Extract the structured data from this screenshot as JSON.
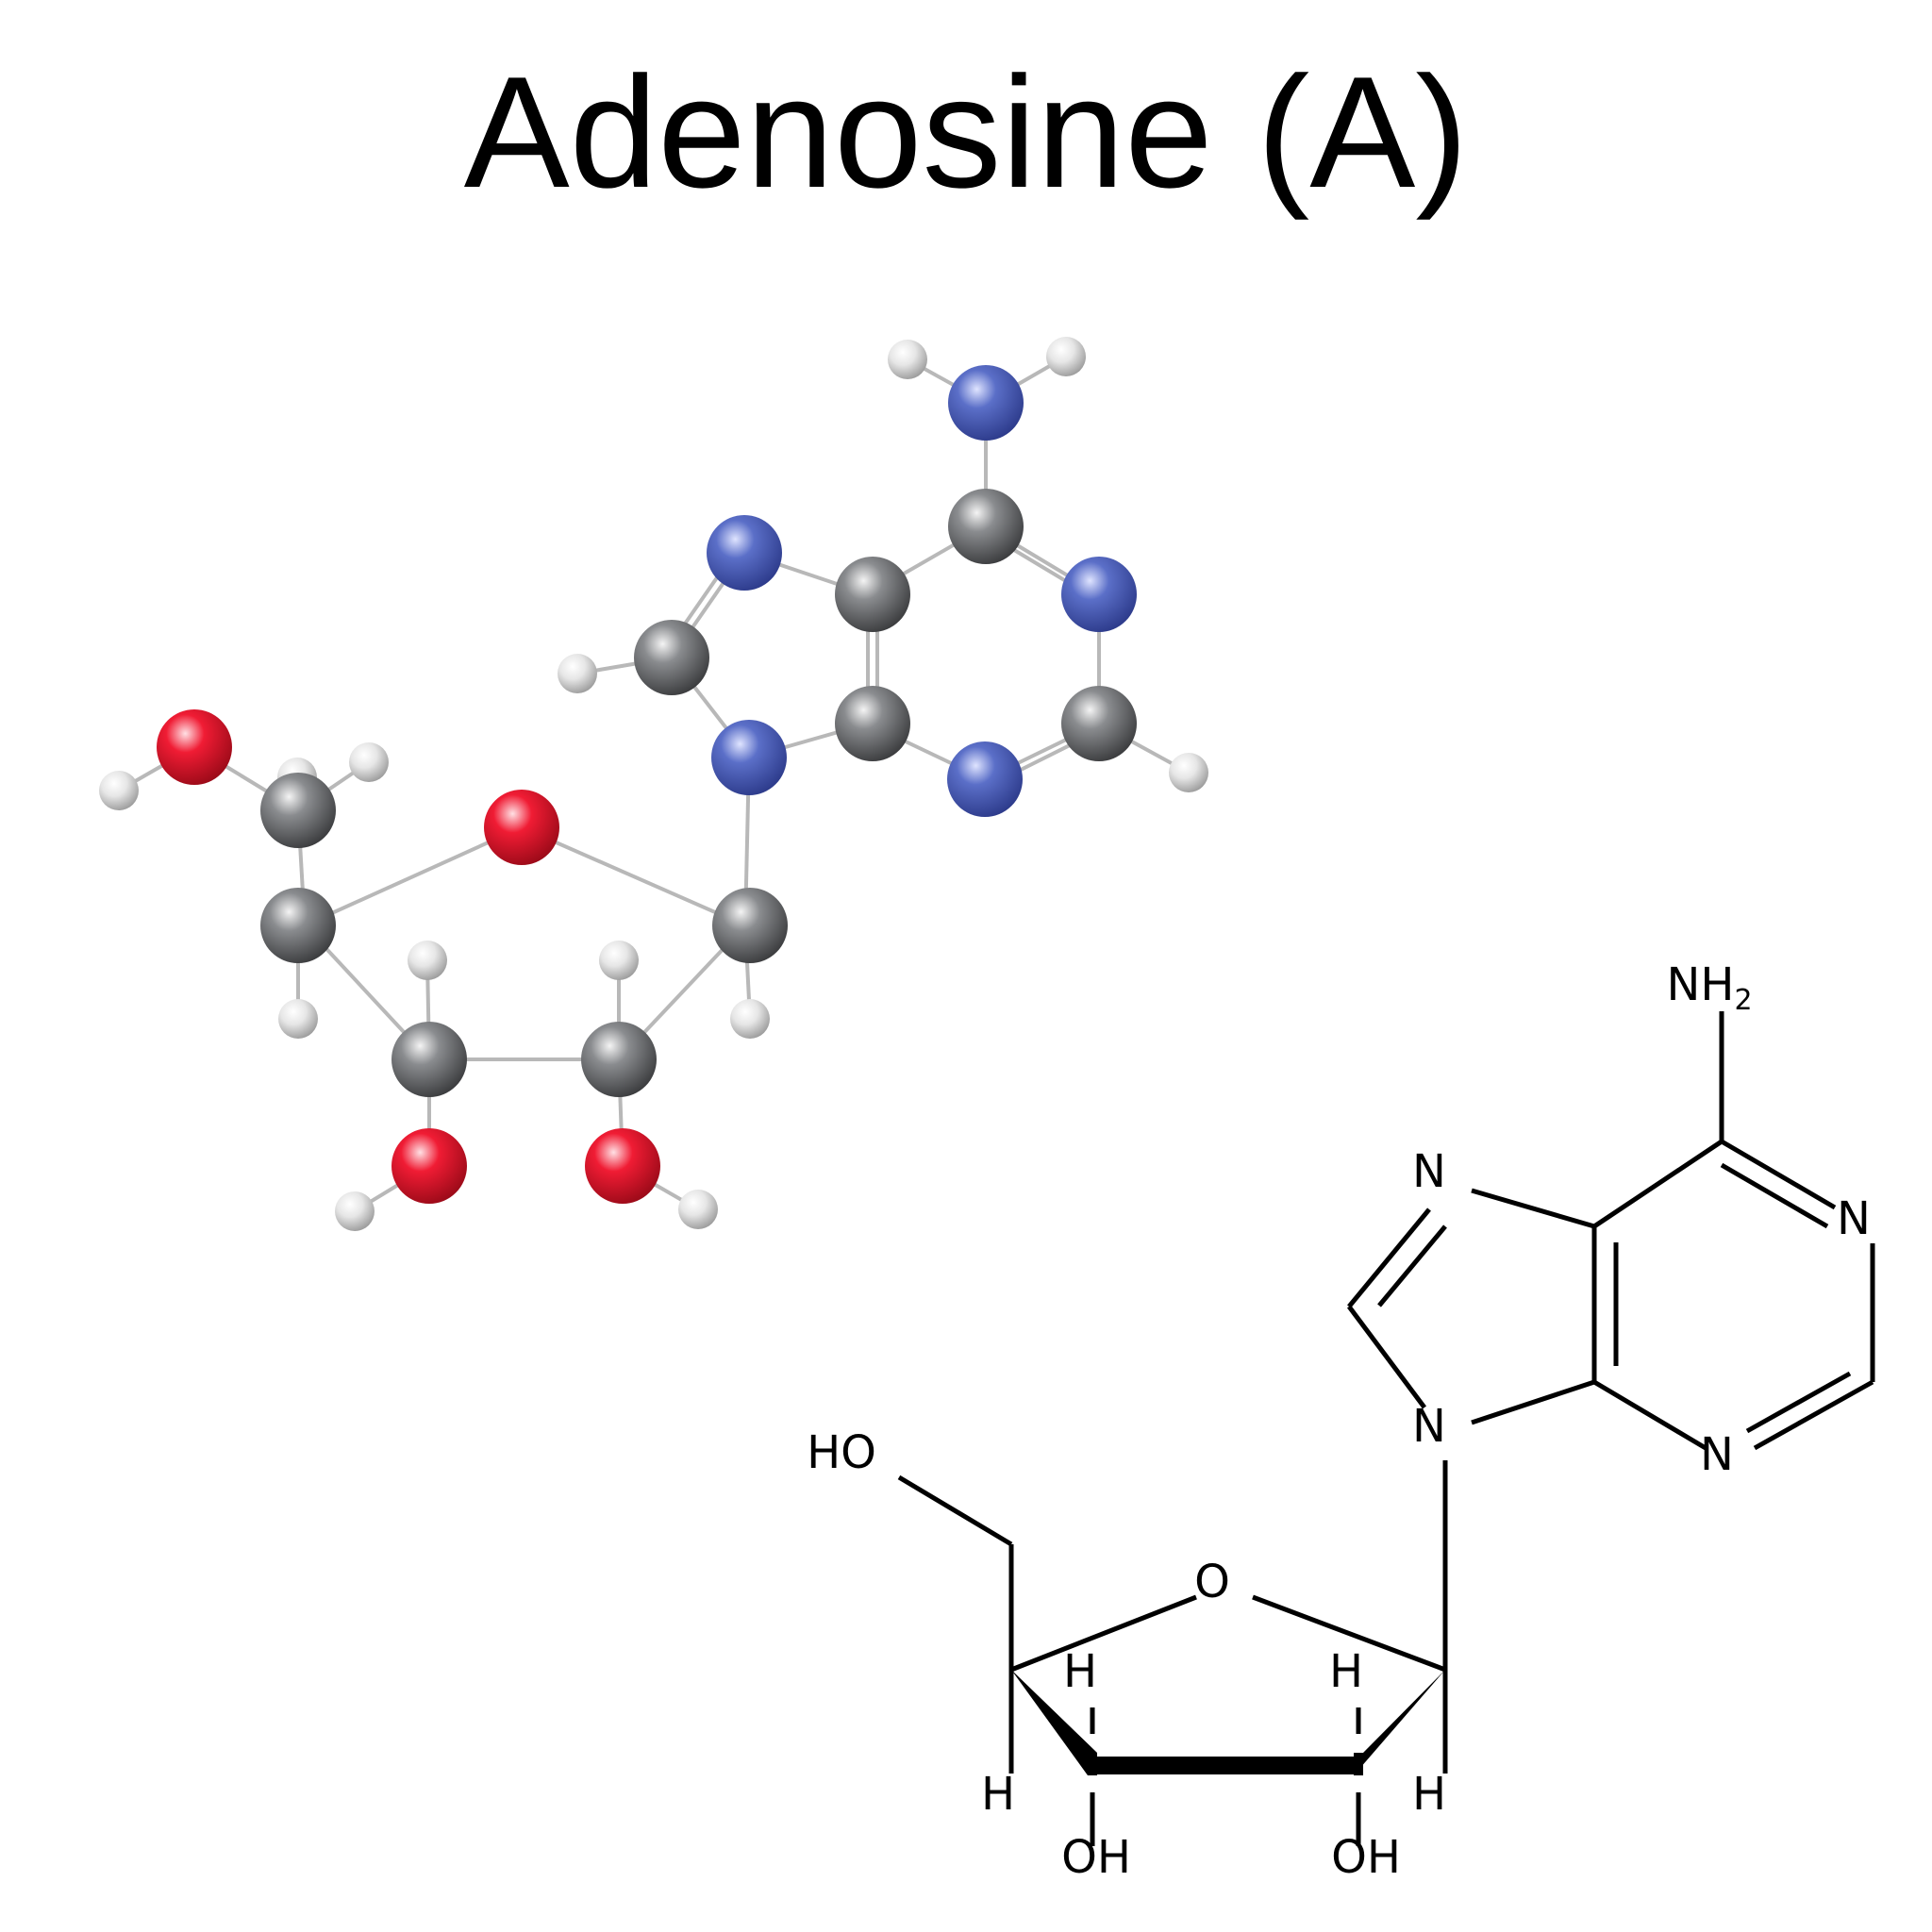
{
  "title": "Adenosine (A)",
  "colors": {
    "carbon": "#6b6d70",
    "nitrogen": "#4c5fb8",
    "oxygen": "#e8192c",
    "hydrogen": "#d4d4d4",
    "bond_3d": "#b8b8b8",
    "bond_2d": "#000000"
  },
  "labels": {
    "nh2_main": "NH",
    "nh2_sub": "2",
    "n_7": "N",
    "n_1": "N",
    "n_9": "N",
    "n_3": "N",
    "ho": "HO",
    "o_ring": "O",
    "h_c4": "H",
    "h_c3": "H",
    "h_c2": "H",
    "h_c1": "H",
    "oh_3": "OH",
    "oh_2": "OH"
  }
}
